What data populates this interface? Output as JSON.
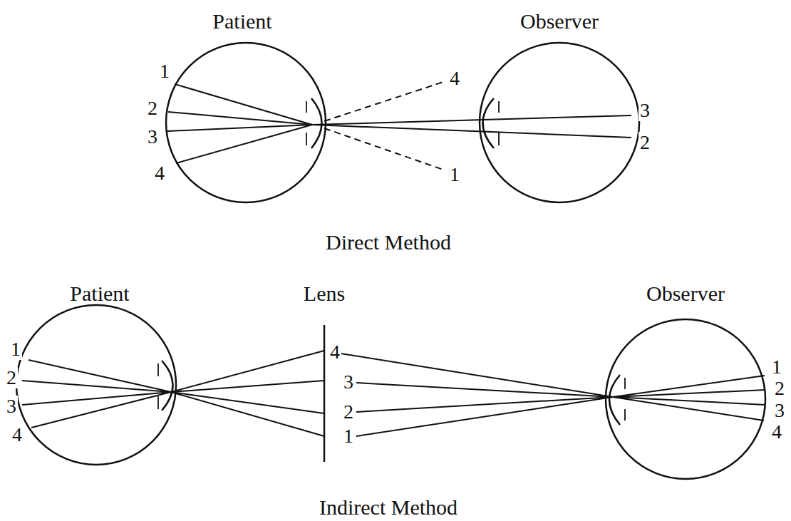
{
  "diagram": {
    "labels": [
      "Patient",
      "Observer",
      "1",
      "2",
      "3",
      "4",
      "4",
      "1",
      "3",
      "2",
      "Direct Method",
      "Patient",
      "Lens",
      "Observer",
      "1",
      "2",
      "3",
      "4",
      "4",
      "3",
      "2",
      "1",
      "1",
      "2",
      "3",
      "4",
      "Indirect Method"
    ]
  }
}
